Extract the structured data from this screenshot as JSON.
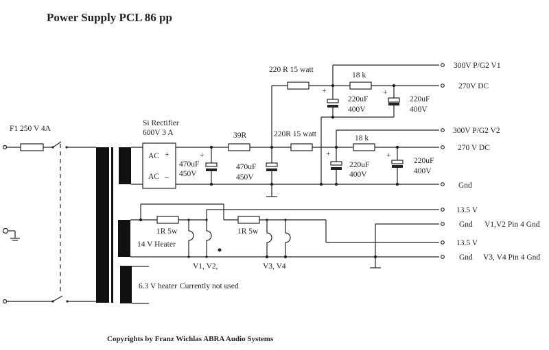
{
  "title": "Power Supply PCL 86 pp",
  "copyright": "Copyrights by Franz Wichlas ABRA Audio Systems",
  "input": {
    "fuse_label": "F1 250 V 4A"
  },
  "rectifier": {
    "label_line1": "Si Rectifier",
    "label_line2": "600V 3 A",
    "ac_top": "AC",
    "ac_bottom": "AC",
    "plus": "+",
    "minus": "–"
  },
  "components": {
    "c1": {
      "value": "470uF",
      "voltage": "450V",
      "polarity": "+"
    },
    "r1": {
      "value": "39R"
    },
    "c2": {
      "value": "470uF",
      "voltage": "450V"
    },
    "r2": {
      "value": "220 R 15 watt"
    },
    "r3": {
      "value": "220R 15 watt"
    },
    "c3": {
      "value": "220uF",
      "voltage": "400V",
      "polarity": "+"
    },
    "r4": {
      "value": "18 k"
    },
    "c4": {
      "value": "220uF",
      "voltage": "400V",
      "polarity": "+"
    },
    "c5": {
      "value": "220uF",
      "voltage": "400V",
      "polarity": "+"
    },
    "r5": {
      "value": "18 k"
    },
    "c6": {
      "value": "220uF",
      "voltage": "400V",
      "polarity": "+"
    },
    "r6": {
      "value": "1R 5w"
    },
    "r7": {
      "value": "1R 5w"
    }
  },
  "outputs": [
    {
      "label": "300V P/G2 V1",
      "note": ""
    },
    {
      "label": "270V DC",
      "note": ""
    },
    {
      "label": "300V P/G2 V2",
      "note": ""
    },
    {
      "label": "270 V DC",
      "note": ""
    },
    {
      "label": "Gnd",
      "note": ""
    },
    {
      "label": "13.5 V",
      "note": ""
    },
    {
      "label": "Gnd",
      "note": "V1,V2 Pin 4 Gnd"
    },
    {
      "label": "13.5 V",
      "note": ""
    },
    {
      "label": "Gnd",
      "note": "V3, V4 Pin 4 Gnd"
    }
  ],
  "heaters": {
    "winding_14v": "14 V Heater",
    "winding_63v": "6.3 V heater",
    "winding_63v_note": "Currently not used",
    "tubes_a": "V1, V2,",
    "tubes_b": "V3, V4"
  }
}
